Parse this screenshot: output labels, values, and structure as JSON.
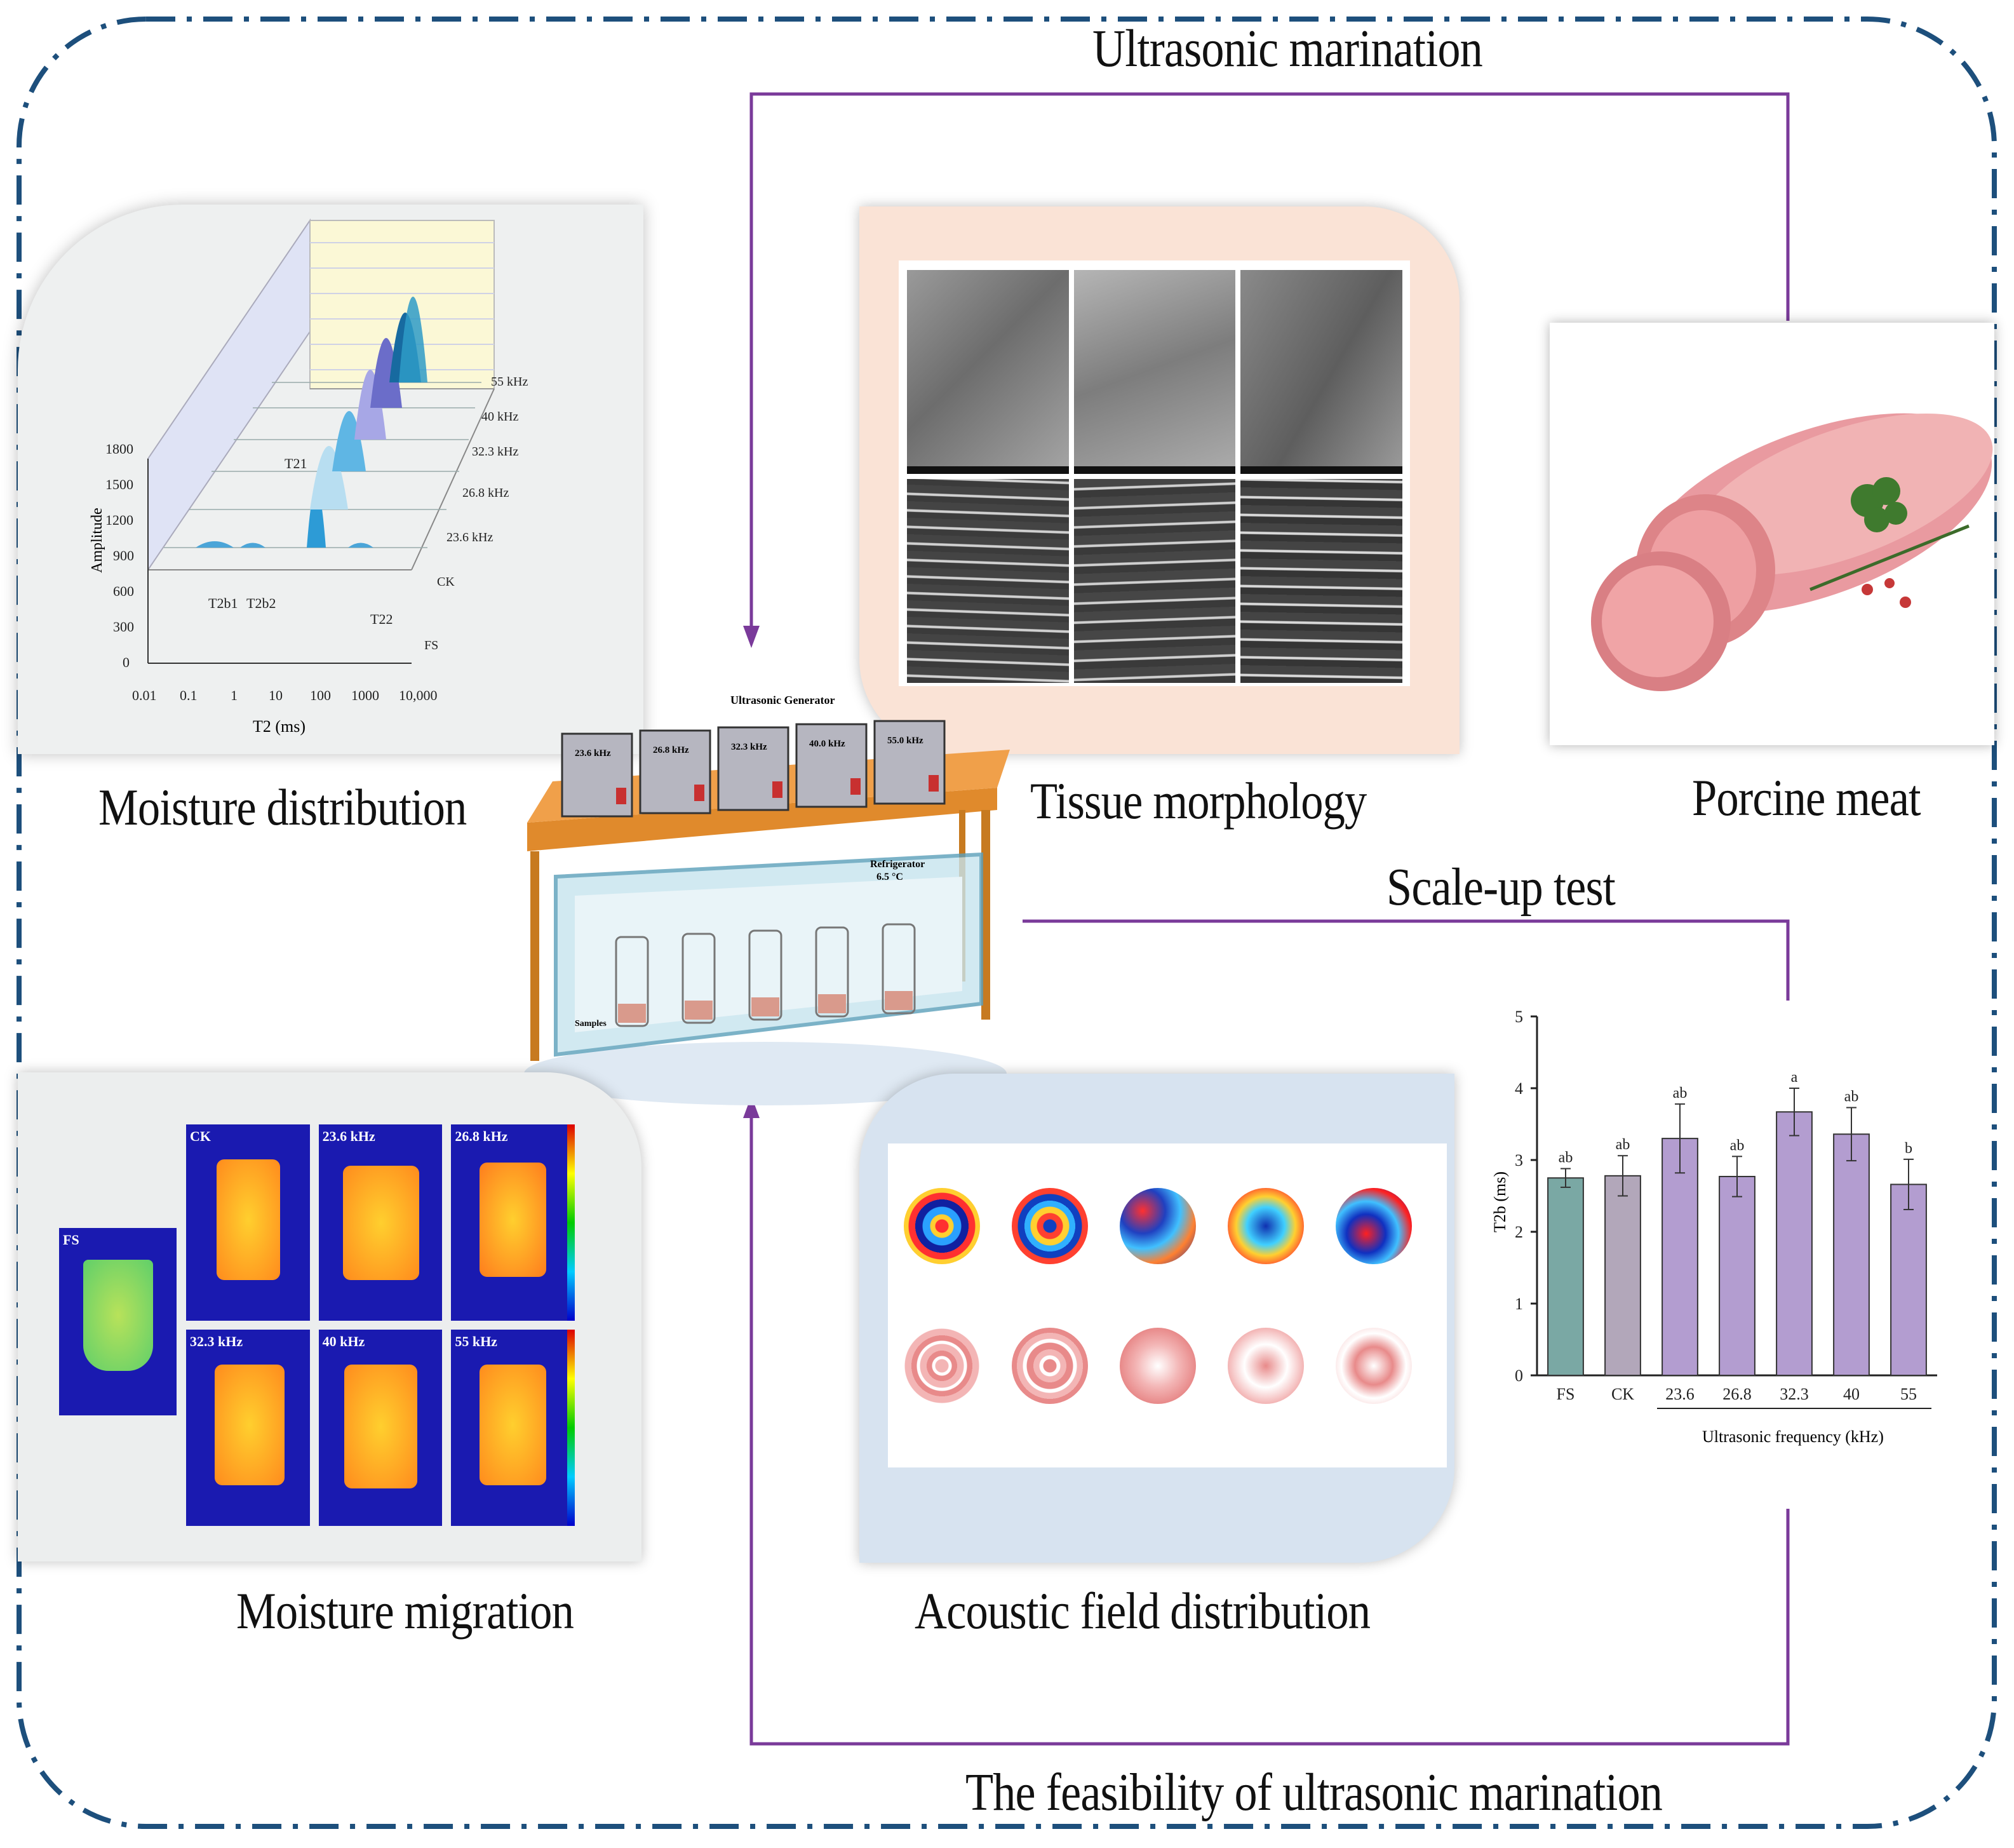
{
  "titles": {
    "top": "Ultrasonic marination",
    "scaleup": "Scale-up test",
    "bottom": "The feasibility of ultrasonic marination"
  },
  "panels": {
    "moisture_distribution": "Moisture distribution",
    "tissue_morphology": "Tissue morphology",
    "porcine_meat": "Porcine meat",
    "moisture_migration": "Moisture migration",
    "acoustic_field": "Acoustic field distribution"
  },
  "apparatus": {
    "title": "Ultrasonic Generator",
    "generators": [
      "23.6 kHz",
      "26.8 kHz",
      "32.3 kHz",
      "40.0 kHz",
      "55.0 kHz"
    ],
    "refrigerator": "Refrigerator",
    "refrigerator_temp": "6.5 °C",
    "samples": "Samples"
  },
  "nmr_chart": {
    "type": "area",
    "xlabel": "T2 (ms)",
    "ylabel": "Amplitude",
    "x_ticks": [
      "0.01",
      "0.1",
      "1",
      "10",
      "100",
      "1000",
      "10,000"
    ],
    "y_ticks": [
      "0",
      "300",
      "600",
      "900",
      "1200",
      "1500",
      "1800"
    ],
    "series_labels": [
      "FS",
      "CK",
      "23.6 kHz",
      "26.8 kHz",
      "32.3 kHz",
      "40 kHz",
      "55 kHz"
    ],
    "peak_labels": [
      "T21",
      "T2b1",
      "T2b2",
      "T22"
    ]
  },
  "migration": {
    "labels": [
      "FS",
      "CK",
      "23.6 kHz",
      "26.8 kHz",
      "32.3 kHz",
      "40 kHz",
      "55 kHz"
    ]
  },
  "chart_data": {
    "type": "bar",
    "categories": [
      "FS",
      "CK",
      "23.6",
      "26.8",
      "32.3",
      "40",
      "55"
    ],
    "values": [
      2.75,
      2.78,
      3.3,
      2.77,
      3.67,
      3.36,
      2.66
    ],
    "errors": [
      0.13,
      0.28,
      0.48,
      0.28,
      0.33,
      0.37,
      0.35
    ],
    "letters": [
      "ab",
      "ab",
      "ab",
      "ab",
      "a",
      "ab",
      "b"
    ],
    "ylabel": "T2b (ms)",
    "xlabel": "Ultrasonic frequency (kHz)",
    "y_ticks": [
      "0",
      "1",
      "2",
      "3",
      "4",
      "5"
    ],
    "ylim": [
      0,
      5
    ],
    "colors": [
      "#7aa8a4",
      "#b2a7ba",
      "#b39dd0",
      "#b39dd0",
      "#b39dd0",
      "#b39dd0",
      "#b39dd0"
    ]
  }
}
